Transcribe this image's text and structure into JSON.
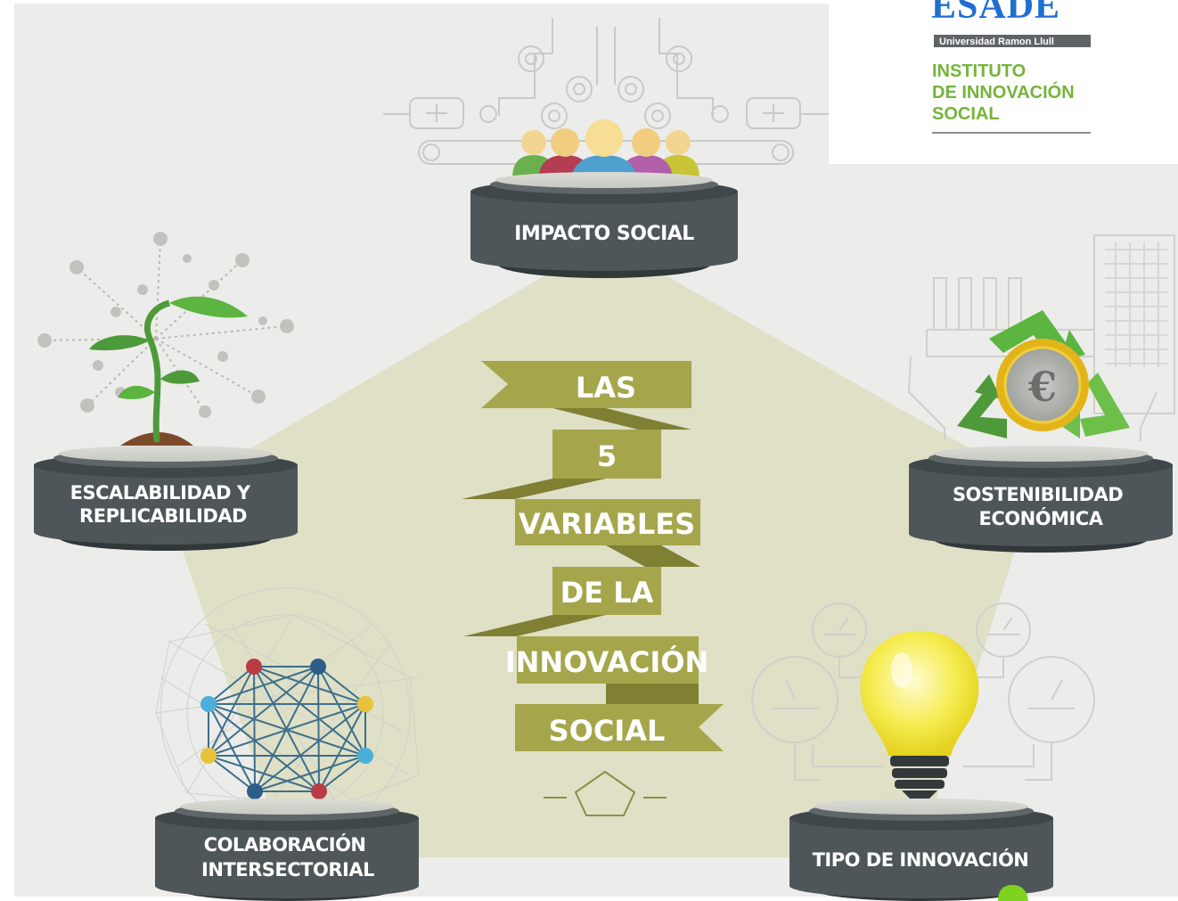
{
  "logo": {
    "brand": "ESADE",
    "university": "Universidad Ramon Llull",
    "institute_lines": [
      "INSTITUTO",
      "DE INNOVACIÓN",
      "SOCIAL"
    ]
  },
  "title_ribbon": [
    "LAS",
    "5",
    "VARIABLES",
    "DE LA",
    "INNOVACIÓN",
    "SOCIAL"
  ],
  "variables": {
    "impacto": [
      "IMPACTO SOCIAL"
    ],
    "escalabilidad": [
      "ESCALABILIDAD Y",
      "REPLICABILIDAD"
    ],
    "sostenibilidad": [
      "SOSTENIBILIDAD",
      "ECONÓMICA"
    ],
    "colaboracion": [
      "COLABORACIÓN",
      "INTERSECTORIAL"
    ],
    "tipo": [
      "TIPO DE INNOVACIÓN"
    ]
  },
  "colors": {
    "background": "#ececea",
    "pentagon": "#dfe0c6",
    "platform": "#4e5659",
    "ribbon": "#a5a64c",
    "ribbon_dark": "#7f8033",
    "brand_blue": "#1f6fd0",
    "institute_green": "#75b43a"
  },
  "icons": {
    "impacto": "people-crowd-icon",
    "escalabilidad": "sprouting-plant-icon",
    "sostenibilidad": "recycle-euro-icon",
    "colaboracion": "network-icon",
    "tipo": "light-bulb-icon"
  }
}
